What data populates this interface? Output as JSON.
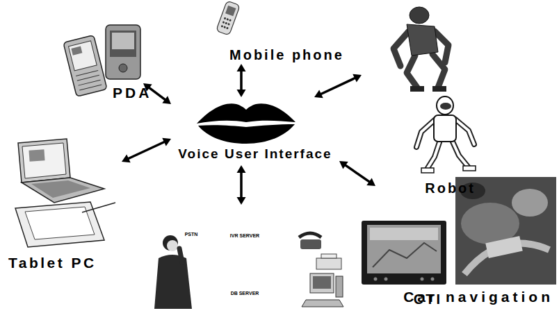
{
  "diagram": {
    "nodes": [
      {
        "text": [
          "Mobile phone"
        ]
      },
      {
        "text": [
          "PDA"
        ]
      },
      {
        "text": [
          "Robot"
        ]
      },
      {
        "text": [
          "Voice User Interface"
        ]
      },
      {
        "text": [
          "Tablet PC"
        ]
      },
      {
        "text": [
          "Car navigation"
        ]
      },
      {
        "text": [
          "CTI"
        ]
      }
    ],
    "edges": [
      {
        "from": 3,
        "to": 0,
        "arrow": "both"
      },
      {
        "from": 3,
        "to": 1,
        "arrow": "both"
      },
      {
        "from": 3,
        "to": 2,
        "arrow": "both"
      },
      {
        "from": 3,
        "to": 4,
        "arrow": "both"
      },
      {
        "from": 3,
        "to": 5,
        "arrow": "both"
      },
      {
        "from": 3,
        "to": 6,
        "arrow": "both"
      }
    ],
    "labels": [
      "PSTN",
      "IVR SERVER",
      "DB SERVER"
    ]
  }
}
